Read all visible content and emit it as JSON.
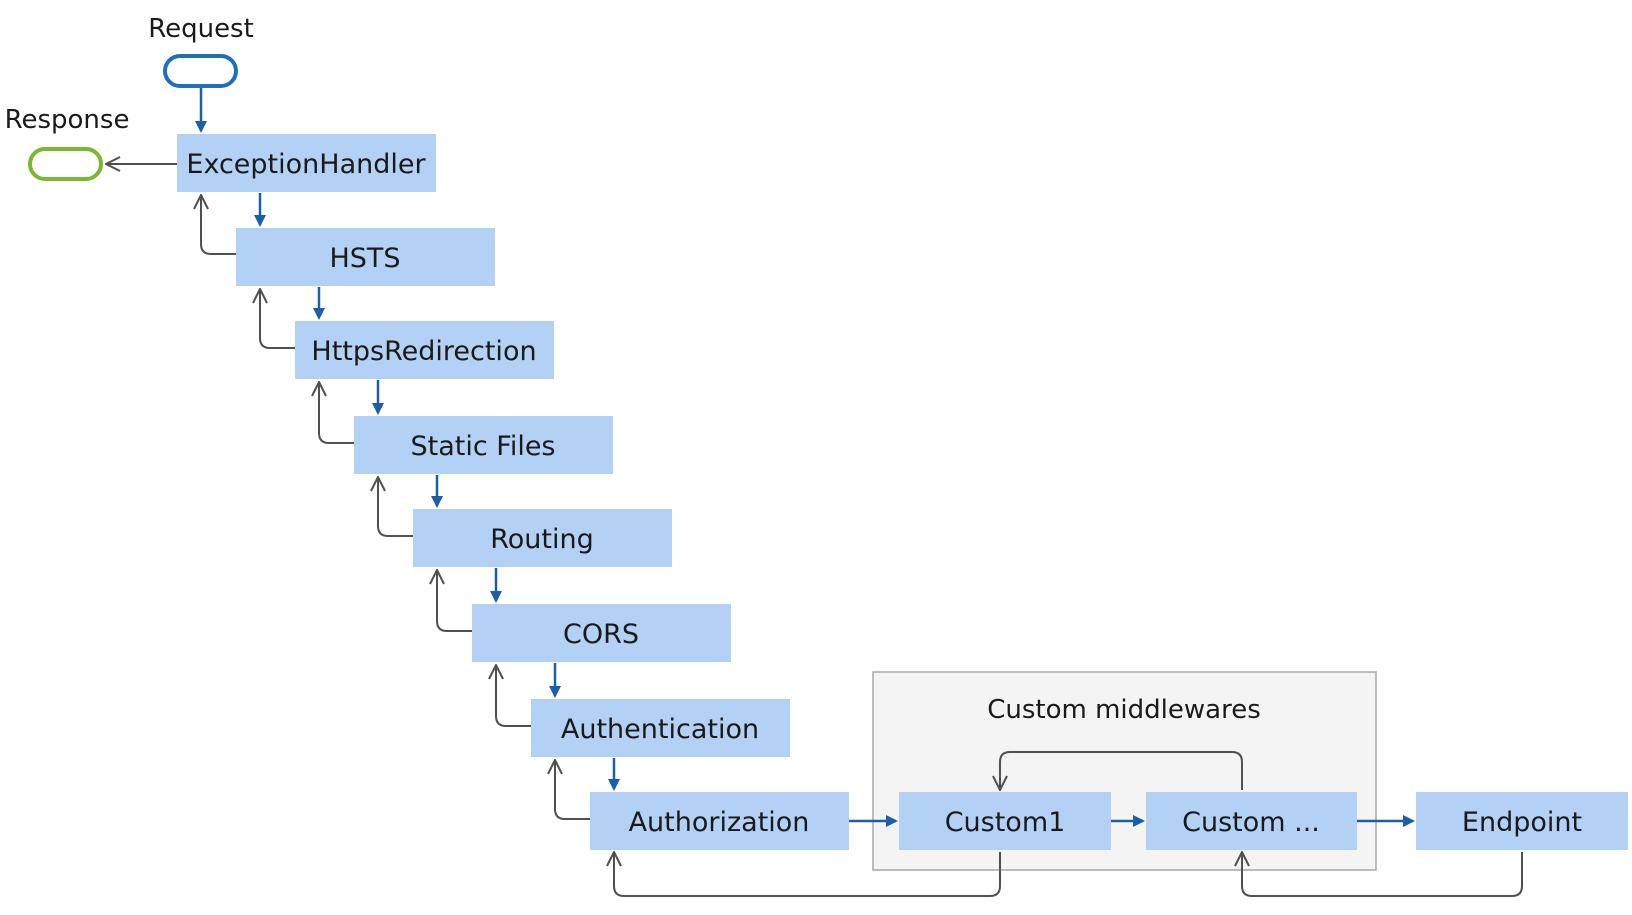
{
  "diagram": {
    "request_label": "Request",
    "response_label": "Response",
    "group_label": "Custom middlewares",
    "pipeline": [
      {
        "id": "exception-handler",
        "label": "ExceptionHandler"
      },
      {
        "id": "hsts",
        "label": "HSTS"
      },
      {
        "id": "https-redirection",
        "label": "HttpsRedirection"
      },
      {
        "id": "static-files",
        "label": "Static Files"
      },
      {
        "id": "routing",
        "label": "Routing"
      },
      {
        "id": "cors",
        "label": "CORS"
      },
      {
        "id": "authentication",
        "label": "Authentication"
      },
      {
        "id": "authorization",
        "label": "Authorization"
      }
    ],
    "custom": [
      {
        "id": "custom1",
        "label": "Custom1"
      },
      {
        "id": "custom-ellipsis",
        "label": "Custom ..."
      }
    ],
    "endpoint": {
      "id": "endpoint",
      "label": "Endpoint"
    },
    "colors": {
      "node_fill": "#b3d1f5",
      "request_flow": "#1a5fa8",
      "response_flow": "#505050",
      "request_terminal": "#1f6fbd",
      "response_terminal": "#7ab833",
      "group_fill": "#f4f4f4"
    }
  }
}
